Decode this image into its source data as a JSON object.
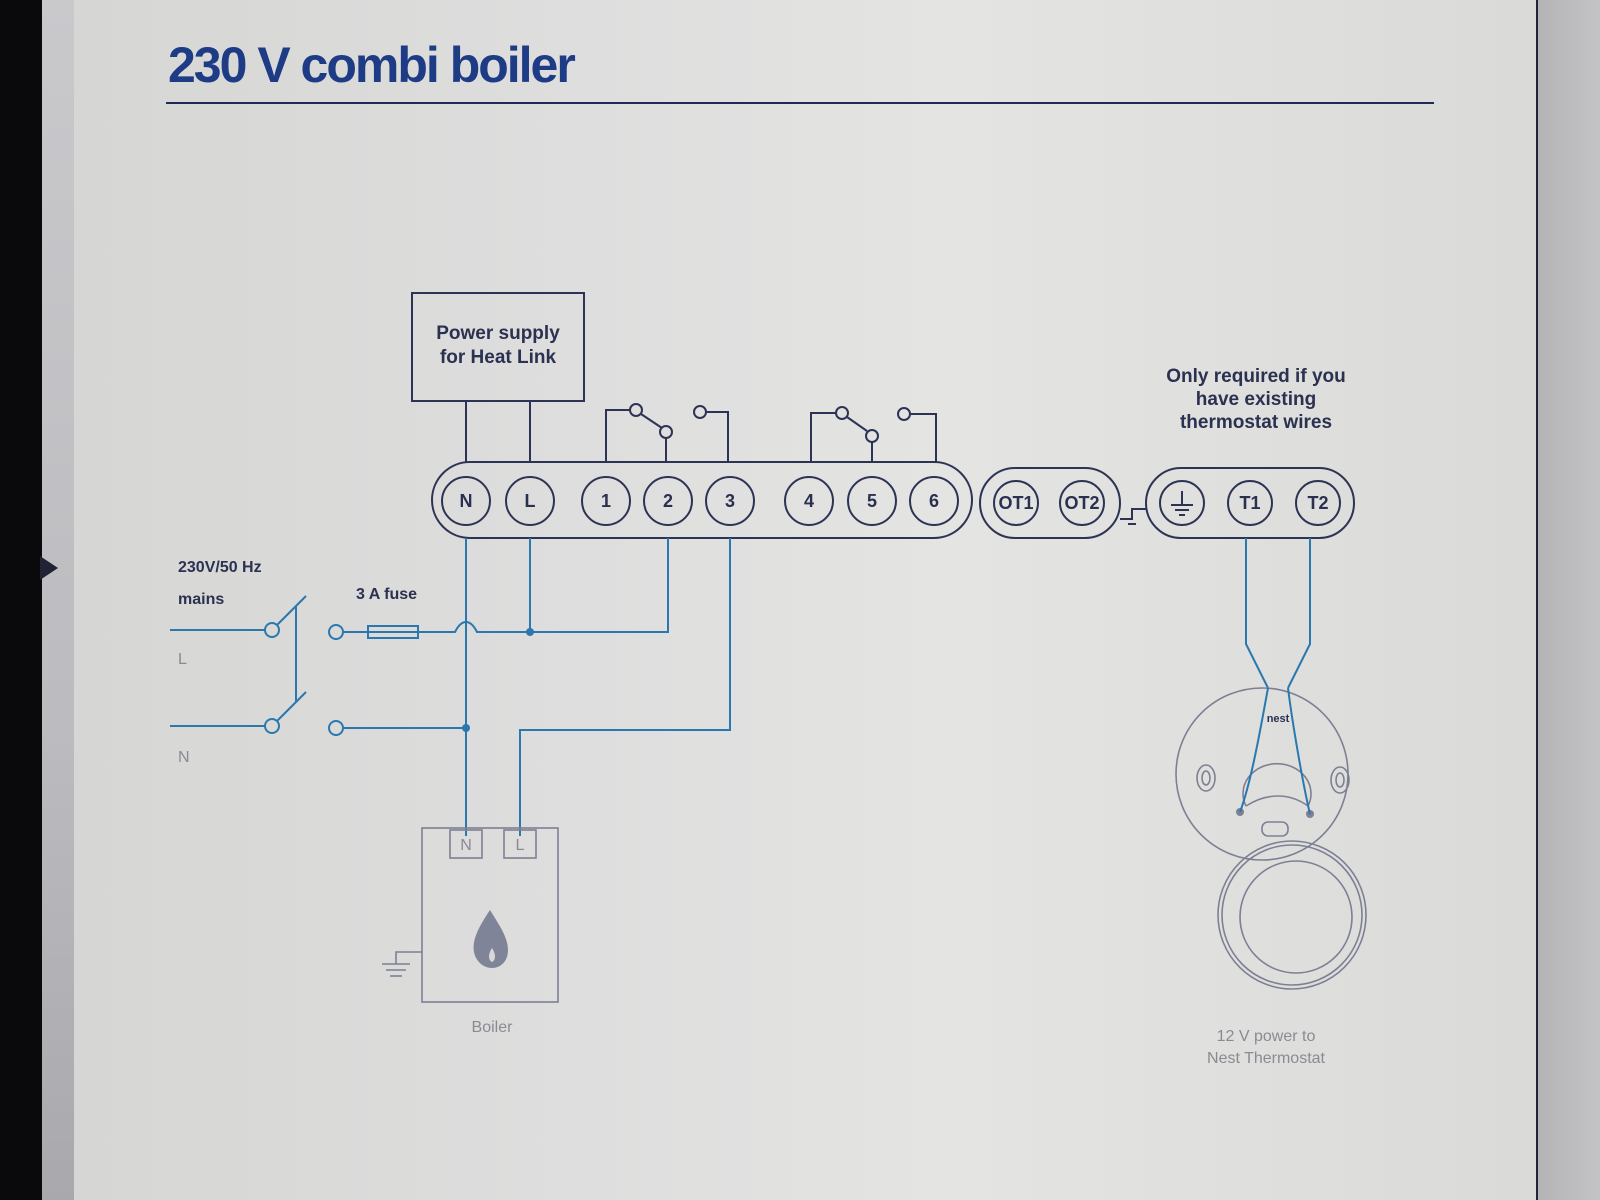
{
  "title": "230 V combi boiler",
  "power_supply": {
    "line1": "Power supply",
    "line2": "for Heat Link"
  },
  "terminals": {
    "main": [
      "N",
      "L",
      "1",
      "2",
      "3",
      "4",
      "5",
      "6"
    ],
    "opentherm": [
      "OT1",
      "OT2"
    ],
    "thermostat": [
      "ground",
      "T1",
      "T2"
    ]
  },
  "note": {
    "line1": "Only required if you",
    "line2": "have existing",
    "line3": "thermostat wires"
  },
  "mains": {
    "line1": "230V/50 Hz",
    "line2": "mains",
    "live_label": "L",
    "neutral_label": "N"
  },
  "fuse_label": "3 A fuse",
  "boiler": {
    "terminal_n": "N",
    "terminal_l": "L",
    "label": "Boiler"
  },
  "thermostat": {
    "brand": "nest",
    "caption_line1": "12 V power to",
    "caption_line2": "Nest Thermostat"
  },
  "colors": {
    "title": "#1e3b86",
    "wire": "#2a78ad",
    "outline": "#2d3354"
  }
}
